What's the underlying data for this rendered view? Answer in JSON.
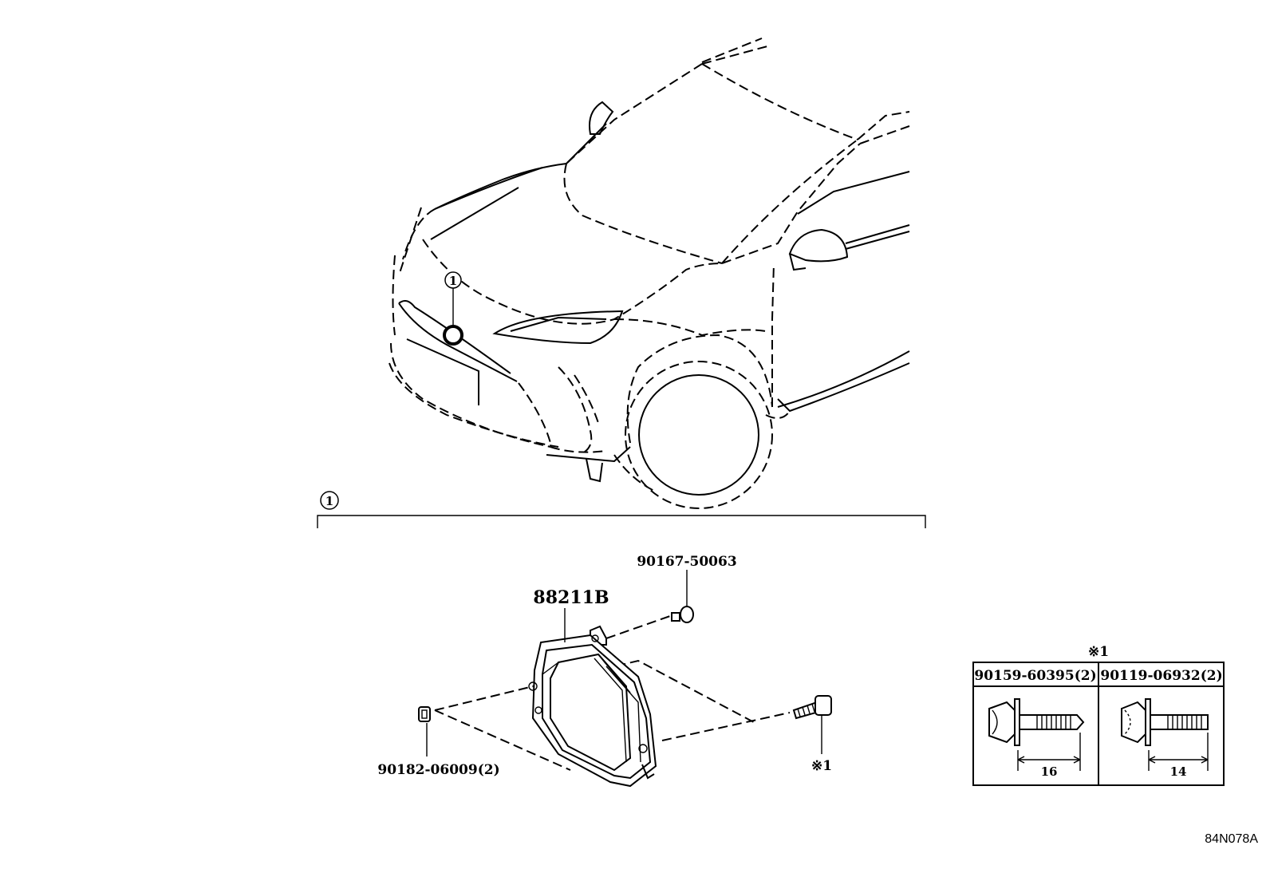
{
  "diagram": {
    "callout_ref": "1",
    "section_ref": "1",
    "parts": {
      "main_unit": "88211B",
      "upper_bolt": "90167-50063",
      "nut": "90182-06009(2)",
      "side_bolt_note": "※1"
    },
    "fastener_table": {
      "note": "※1",
      "columns": [
        {
          "part": "90159-60395(2)",
          "length": "16"
        },
        {
          "part": "90119-06932(2)",
          "length": "14"
        }
      ]
    },
    "drawing_code": "84N078A"
  }
}
